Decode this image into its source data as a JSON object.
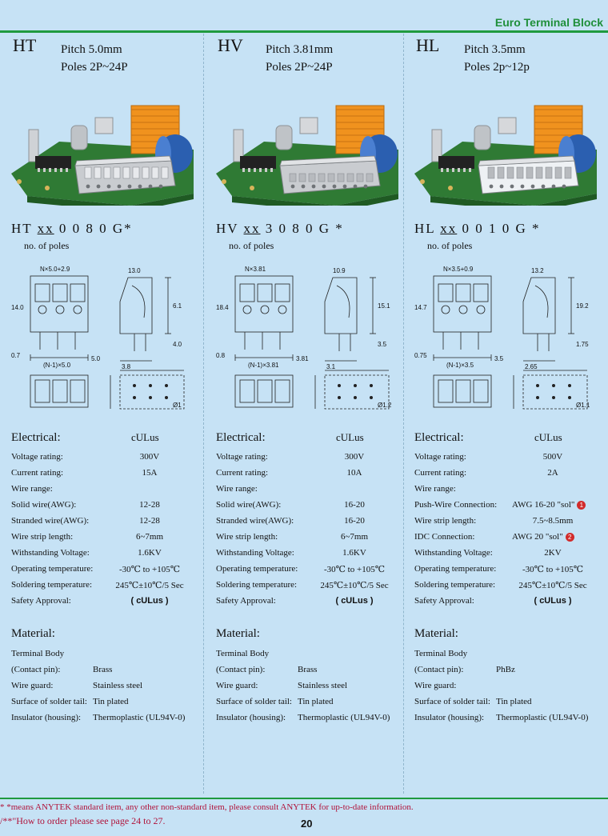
{
  "header": {
    "title": "Euro Terminal Block"
  },
  "columns": [
    {
      "code": "HT",
      "pitch": "Pitch 5.0mm",
      "poles": "Poles  2P~24P",
      "order_prefix": "HT ",
      "order_xx": "xx",
      "order_suffix": " 0 0 8 0 G*",
      "order_note": "no. of poles",
      "electrical_title": "Electrical:",
      "cert": "cULus",
      "specs": [
        {
          "label": "Voltage rating:",
          "value": "300V"
        },
        {
          "label": "Current rating:",
          "value": "15A"
        },
        {
          "label": "Wire range:",
          "value": ""
        },
        {
          "label": "Solid wire(AWG):",
          "value": "12-28"
        },
        {
          "label": "Stranded wire(AWG):",
          "value": "12-28"
        },
        {
          "label": "Wire strip length:",
          "value": "6~7mm"
        },
        {
          "label": "Withstanding Voltage:",
          "value": "1.6KV"
        },
        {
          "label": "Operating temperature:",
          "value": "-30℃ to +105℃"
        },
        {
          "label": "Soldering temperature:",
          "value": "245℃±10℃/5 Sec"
        },
        {
          "label": "Safety Approval:",
          "value": "( cULus )"
        }
      ],
      "material_title": "Material:",
      "materials": [
        {
          "label": "Terminal Body",
          "value": ""
        },
        {
          "label": "(Contact pin):",
          "value": "Brass"
        },
        {
          "label": "Wire guard:",
          "value": "Stainless steel"
        },
        {
          "label": "Surface of solder tail:",
          "value": "Tin plated"
        },
        {
          "label": "Insulator (housing):",
          "value": "Thermoplastic (UL94V-0)"
        }
      ],
      "dims": {
        "a": "N×5.0+2.9",
        "b": "(N-1)×5.0",
        "c": "5.0",
        "d": "3.8",
        "e": "14.0",
        "f": "13.0",
        "g": "6.1",
        "h": "4.0",
        "i": "0.7",
        "j": "Ø1"
      }
    },
    {
      "code": "HV",
      "pitch": "Pitch 3.81mm",
      "poles": "Poles  2P~24P",
      "order_prefix": "HV ",
      "order_xx": "xx",
      "order_suffix": " 3 0 8 0 G *",
      "order_note": "no. of poles",
      "electrical_title": "Electrical:",
      "cert": "cULus",
      "specs": [
        {
          "label": "Voltage rating:",
          "value": "300V"
        },
        {
          "label": "Current rating:",
          "value": "10A"
        },
        {
          "label": "Wire range:",
          "value": ""
        },
        {
          "label": "Solid wire(AWG):",
          "value": "16-20"
        },
        {
          "label": "Stranded wire(AWG):",
          "value": "16-20"
        },
        {
          "label": "Wire strip length:",
          "value": "6~7mm"
        },
        {
          "label": "Withstanding Voltage:",
          "value": "1.6KV"
        },
        {
          "label": "Operating temperature:",
          "value": "-30℃ to +105℃"
        },
        {
          "label": "Soldering temperature:",
          "value": "245℃±10℃/5 Sec"
        },
        {
          "label": "Safety Approval:",
          "value": "( cULus )"
        }
      ],
      "material_title": "Material:",
      "materials": [
        {
          "label": "Terminal Body",
          "value": ""
        },
        {
          "label": "(Contact pin):",
          "value": "Brass"
        },
        {
          "label": "Wire guard:",
          "value": "Stainless steel"
        },
        {
          "label": "Surface of solder tail:",
          "value": "Tin plated"
        },
        {
          "label": "Insulator (housing):",
          "value": "Thermoplastic (UL94V-0)"
        }
      ],
      "dims": {
        "a": "N×3.81",
        "b": "(N-1)×3.81",
        "c": "3.81",
        "d": "3.1",
        "e": "18.4",
        "f": "10.9",
        "g": "15.1",
        "h": "3.5",
        "i": "0.8",
        "j": "Ø1.2"
      }
    },
    {
      "code": "HL",
      "pitch": "Pitch 3.5mm",
      "poles": "Poles  2p~12p",
      "order_prefix": "HL ",
      "order_xx": "xx",
      "order_suffix": " 0 0 1 0 G *",
      "order_note": "no. of poles",
      "electrical_title": "Electrical:",
      "cert": "cULus",
      "specs": [
        {
          "label": "Voltage rating:",
          "value": "500V"
        },
        {
          "label": "Current rating:",
          "value": "2A"
        },
        {
          "label": "Wire range:",
          "value": ""
        },
        {
          "label": "Push-Wire Connection:",
          "value": "AWG 16-20  \"sol\"",
          "badge": "1"
        },
        {
          "label": "Wire strip length:",
          "value": "7.5~8.5mm"
        },
        {
          "label": "IDC Connection:",
          "value": "AWG  20 \"sol\"",
          "badge": "2"
        },
        {
          "label": "Withstanding Voltage:",
          "value": "2KV"
        },
        {
          "label": "Operating temperature:",
          "value": "-30℃ to +105℃"
        },
        {
          "label": "Soldering temperature:",
          "value": "245℃±10℃/5 Sec"
        },
        {
          "label": "Safety Approval:",
          "value": "( cULus )"
        }
      ],
      "material_title": "Material:",
      "materials": [
        {
          "label": "Terminal Body",
          "value": ""
        },
        {
          "label": "(Contact pin):",
          "value": "PhBz"
        },
        {
          "label": "Wire guard:",
          "value": ""
        },
        {
          "label": "Surface of solder tail:",
          "value": "Tin plated"
        },
        {
          "label": "Insulator (housing):",
          "value": "Thermoplastic (UL94V-0)"
        }
      ],
      "dims": {
        "a": "N×3.5+0.9",
        "b": "(N-1)×3.5",
        "c": "3.5",
        "d": "2.65",
        "e": "14.7",
        "f": "13.2",
        "g": "19.2",
        "h": "1.75",
        "i": "0.75",
        "j": "Ø1.1"
      }
    }
  ],
  "footnotes": {
    "line1": "* *means ANYTEK standard item, any other non-standard item, please consult ANYTEK for up-to-date information.",
    "line2": "/**\"How to order please see page 24 to 27."
  },
  "page_number": "20",
  "colors": {
    "accent": "#1f9a3f",
    "background": "#c6e2f5",
    "badge": "#d12b2b"
  }
}
